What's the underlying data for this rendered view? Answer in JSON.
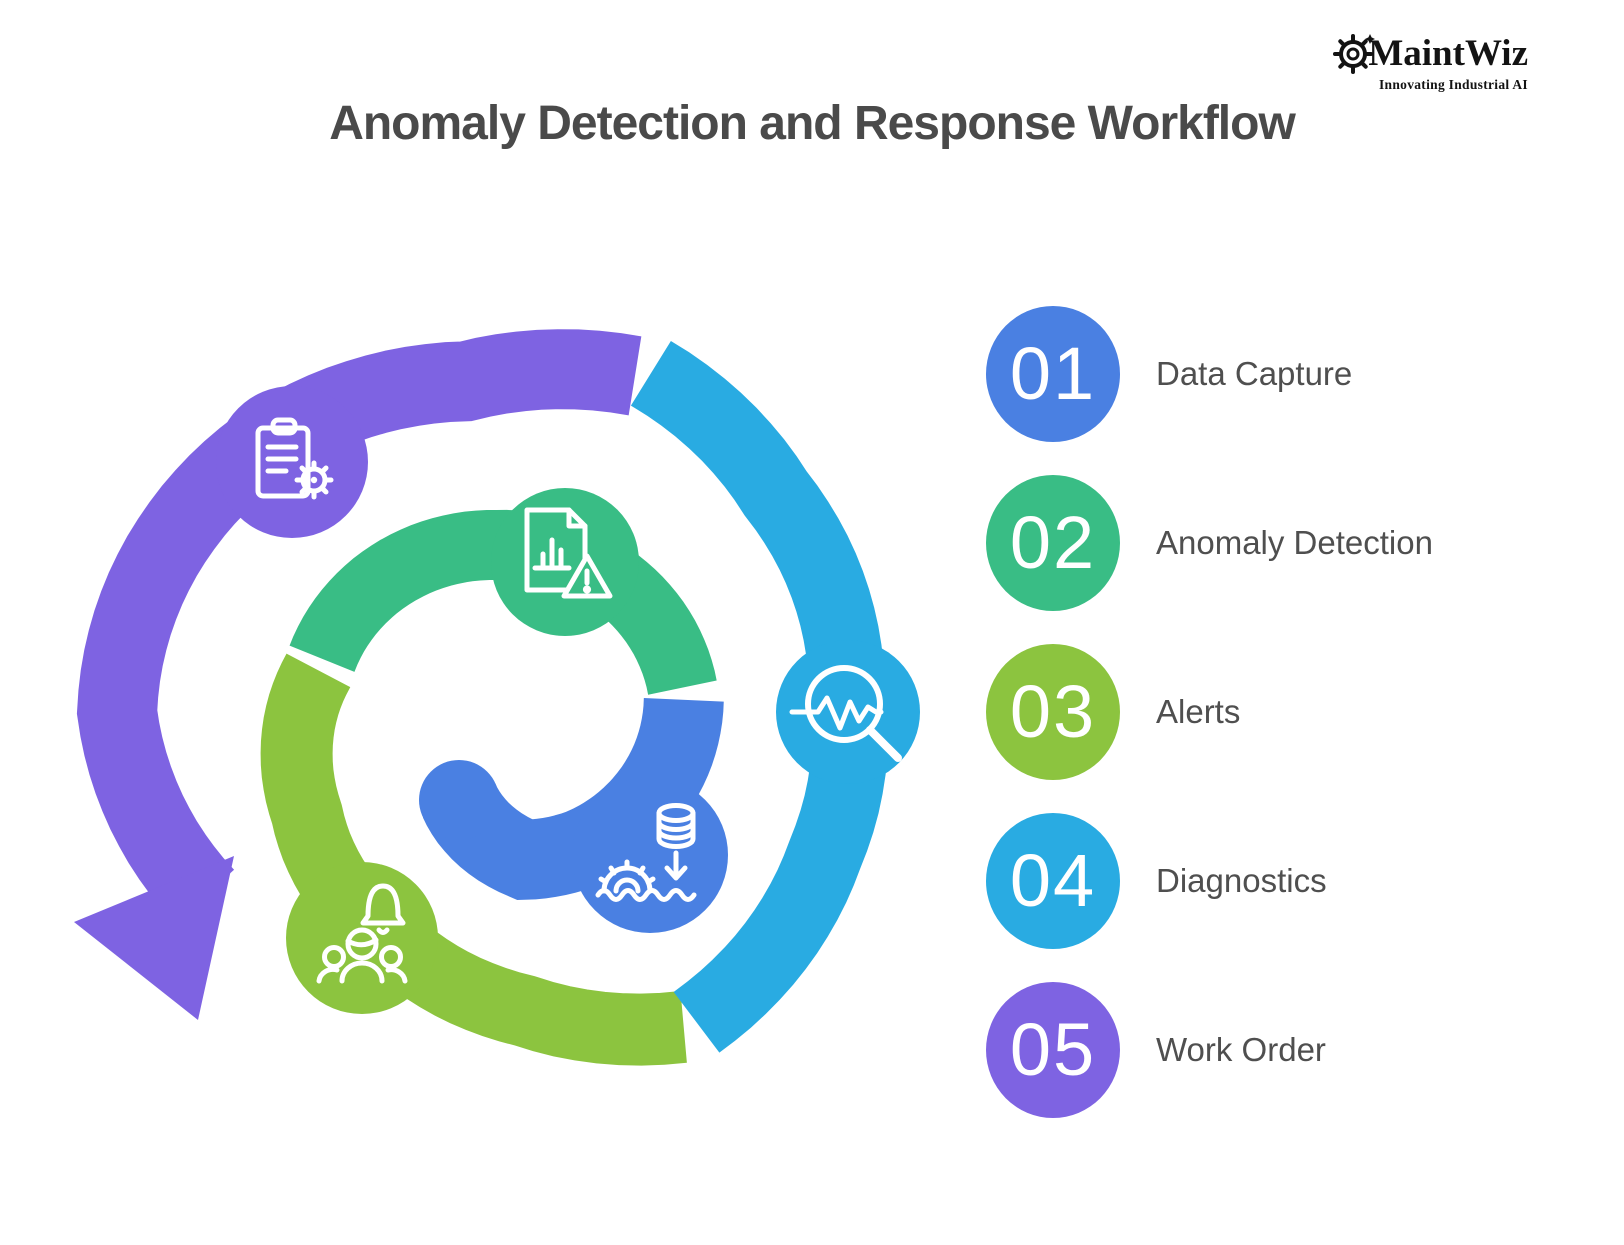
{
  "header": {
    "title": "Anomaly Detection and Response Workflow",
    "title_color": "#4a4a4a"
  },
  "logo": {
    "name": "MaintWiz",
    "tagline": "Innovating Industrial AI",
    "color": "#131313"
  },
  "steps": [
    {
      "number": "01",
      "label": "Data Capture",
      "color": "#4a80e2",
      "icon": "database-capture-icon"
    },
    {
      "number": "02",
      "label": "Anomaly Detection",
      "color": "#39bd85",
      "icon": "anomaly-document-icon"
    },
    {
      "number": "03",
      "label": "Alerts",
      "color": "#8cc43f",
      "icon": "alerts-people-bell-icon"
    },
    {
      "number": "04",
      "label": "Diagnostics",
      "color": "#29abe2",
      "icon": "diagnostics-magnifier-icon"
    },
    {
      "number": "05",
      "label": "Work Order",
      "color": "#7e63e2",
      "icon": "work-order-clipboard-icon"
    }
  ],
  "diagram": {
    "type": "spiral-workflow",
    "flow": [
      "Data Capture",
      "Anomaly Detection",
      "Alerts",
      "Diagnostics",
      "Work Order"
    ],
    "label_color": "#4f4f4f",
    "icon_stroke_color": "#ffffff"
  }
}
